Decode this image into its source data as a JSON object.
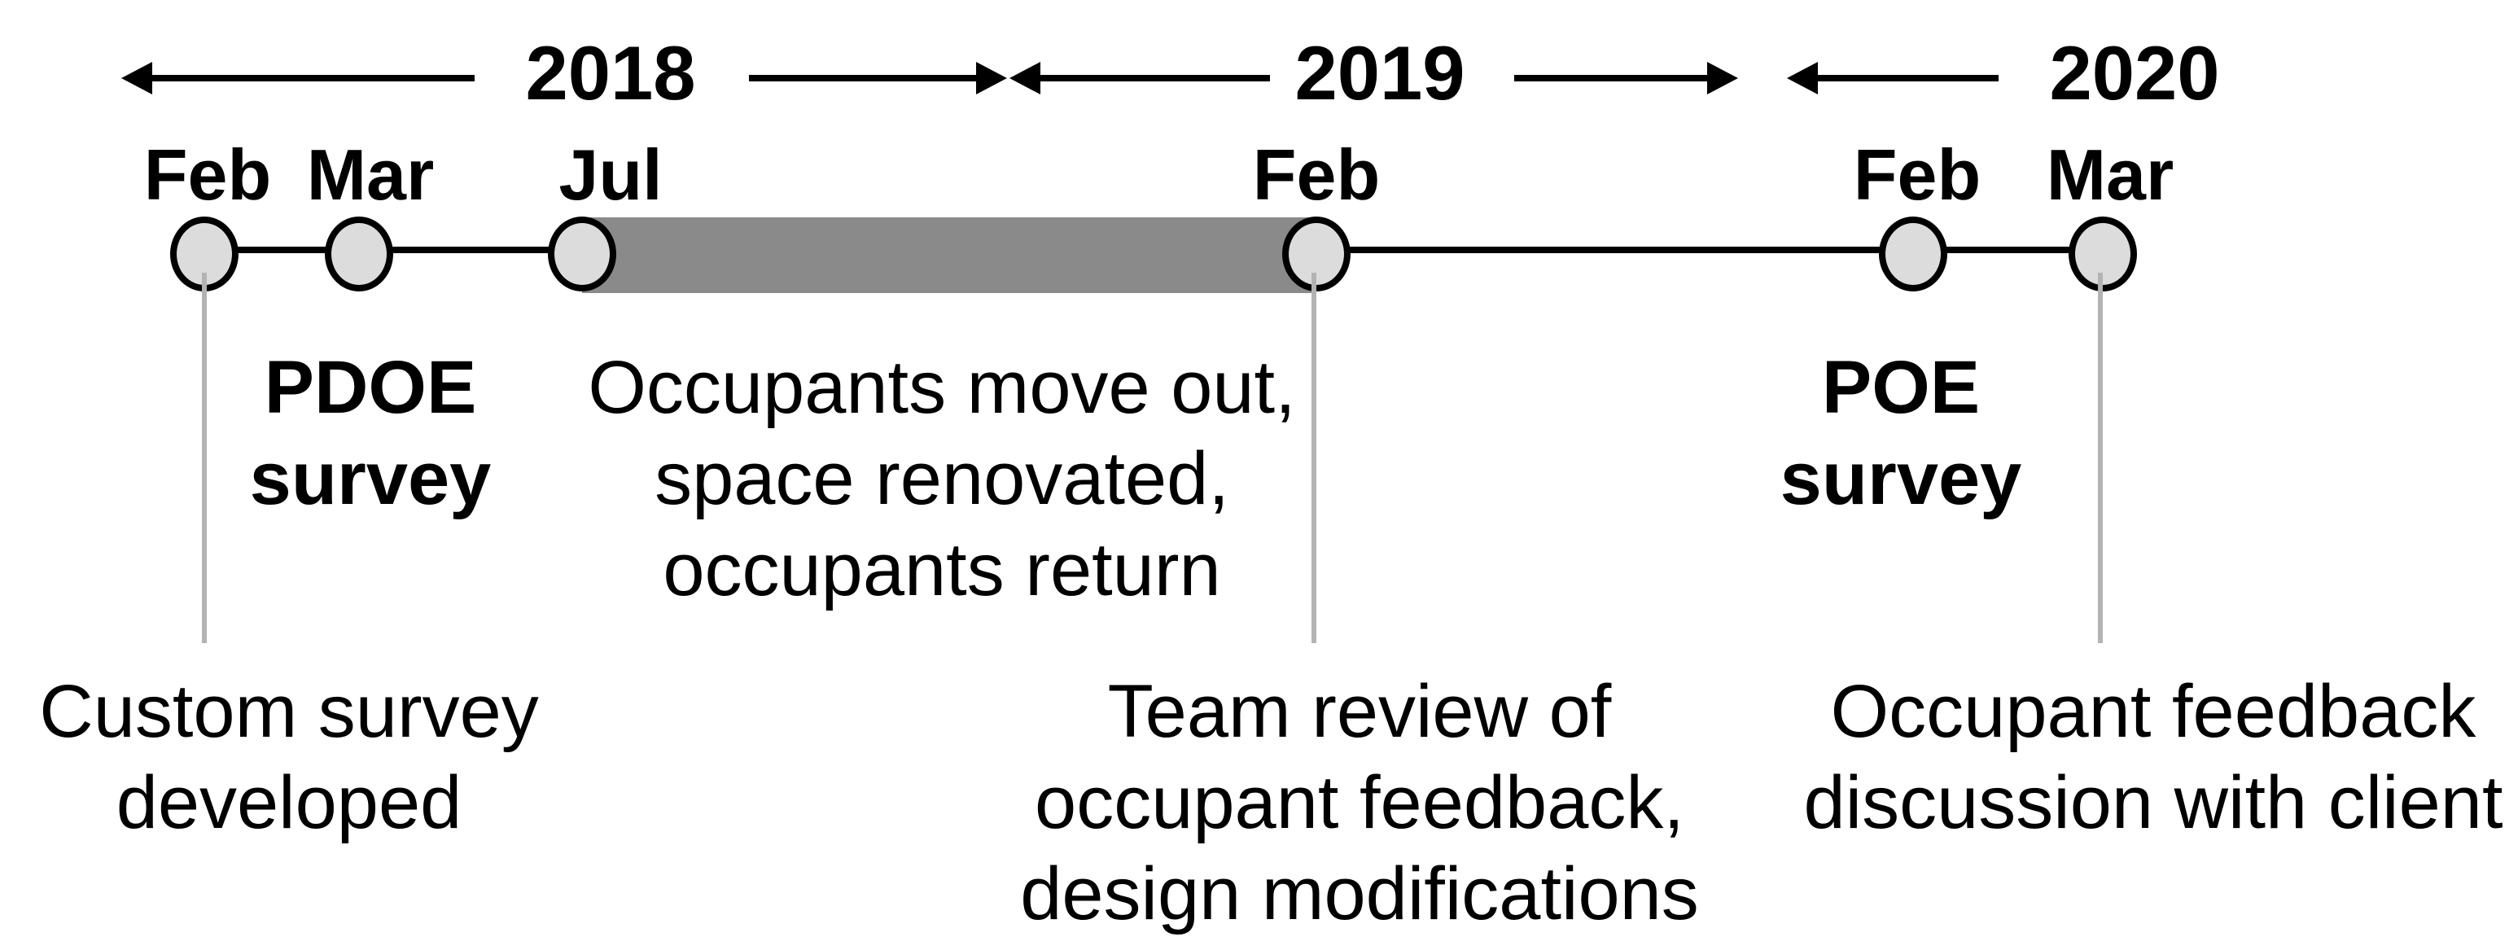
{
  "timeline": {
    "years": [
      {
        "label": "2018"
      },
      {
        "label": "2019"
      },
      {
        "label": "2020"
      }
    ],
    "events": [
      {
        "month": "Feb",
        "year": "2018",
        "annotation_lines": [
          "Custom survey",
          "developed"
        ]
      },
      {
        "month": "Mar",
        "year": "2018",
        "label_lines": [
          "PDOE",
          "survey"
        ]
      },
      {
        "month": "Jul",
        "year": "2018"
      },
      {
        "month": "Feb",
        "year": "2019",
        "annotation_lines": [
          "Team review of",
          "occupant feedback,",
          "design modifications"
        ]
      },
      {
        "month": "Feb",
        "year": "2020",
        "label_lines": [
          "POE",
          "survey"
        ]
      },
      {
        "month": "Mar",
        "year": "2020",
        "annotation_lines": [
          "Occupant feedback",
          "discussion with client"
        ]
      }
    ],
    "period": {
      "from": "Jul 2018",
      "to": "Feb 2019",
      "label_lines": [
        "Occupants move out,",
        "space renovated,",
        "occupants return"
      ]
    },
    "colors": {
      "background": "#ffffff",
      "bar": "#8a8a8a",
      "node_fill": "#dcdcdc",
      "node_stroke": "#000000",
      "leader_line": "#b3b3b3",
      "text": "#000000"
    }
  }
}
